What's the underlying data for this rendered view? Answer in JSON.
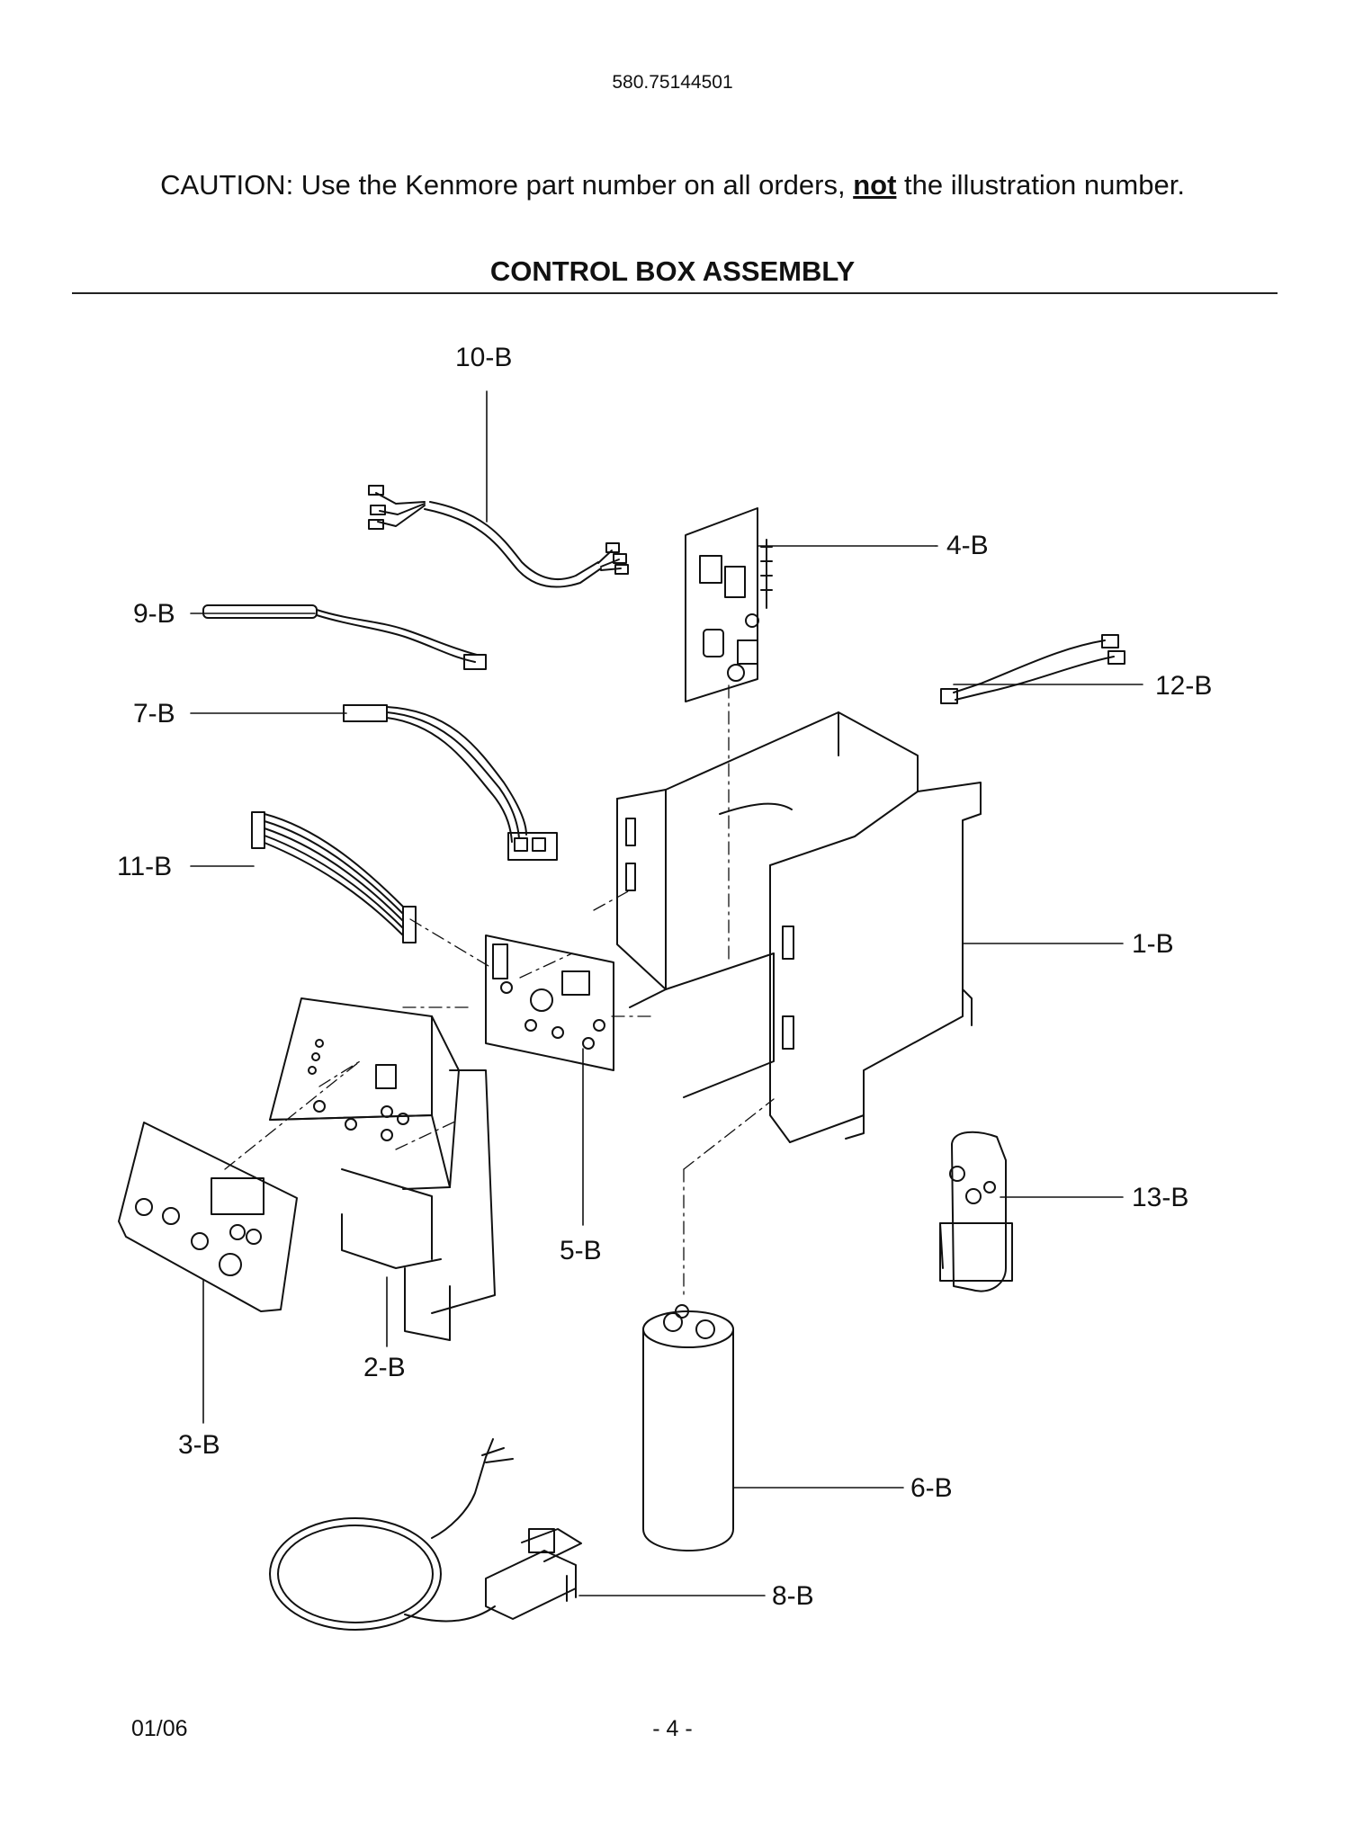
{
  "header": {
    "model_number": "580.75144501",
    "caution_before": "CAUTION: Use the Kenmore part number on all orders, ",
    "caution_emphasis": "not",
    "caution_after": " the illustration number.",
    "title": "CONTROL BOX ASSEMBLY"
  },
  "callouts": {
    "c1": "1-B",
    "c2": "2-B",
    "c3": "3-B",
    "c4": "4-B",
    "c5": "5-B",
    "c6": "6-B",
    "c7": "7-B",
    "c8": "8-B",
    "c9": "9-B",
    "c10": "10-B",
    "c11": "11-B",
    "c12": "12-B",
    "c13": "13-B"
  },
  "footer": {
    "date": "01/06",
    "page": "- 4 -"
  }
}
